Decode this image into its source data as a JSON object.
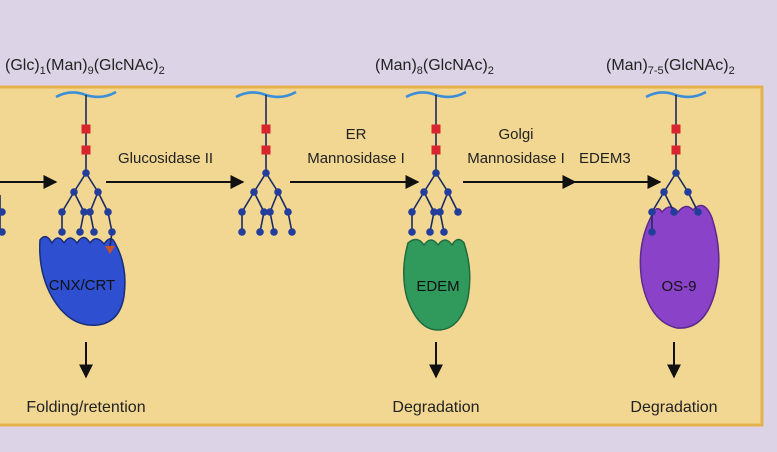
{
  "colors": {
    "page_background": "#dcd4e6",
    "panel_fill": "#f1d792",
    "panel_border": "#e3b24e",
    "glycan_stem_color": "#1c2a63",
    "glcnac_color": "#d8252e",
    "mannose_color": "#233d9a",
    "glucose_color": "#c4502e",
    "membrane_color": "#3b8fd8",
    "cnx_crt_color": "#2d4fd0",
    "edem_color": "#2f9a5c",
    "os9_color": "#8a42c8",
    "arrow_color": "#111111"
  },
  "headers": {
    "stage1": {
      "parts": [
        "(Glc)",
        "1",
        "(Man)",
        "9",
        "(GlcNAc)",
        "2"
      ]
    },
    "stage3": {
      "parts": [
        "(Man)",
        "8",
        "(GlcNAc)",
        "2"
      ]
    },
    "stage4": {
      "parts": [
        "(Man)",
        "7-5",
        "(GlcNAc)",
        "2"
      ]
    }
  },
  "enzymes": {
    "glucosidase": "Glucosidase II",
    "er_mannosidase": [
      "ER",
      "Mannosidase I"
    ],
    "golgi_mannosidase": [
      "Golgi",
      "Mannosidase I"
    ],
    "edem3": "EDEM3"
  },
  "lectins": {
    "cnx_crt": "CNX/CRT",
    "edem": "EDEM",
    "os9": "OS-9"
  },
  "outcomes": {
    "stage1": "Folding/retention",
    "stage3": "Degradation",
    "stage4": "Degradation"
  }
}
